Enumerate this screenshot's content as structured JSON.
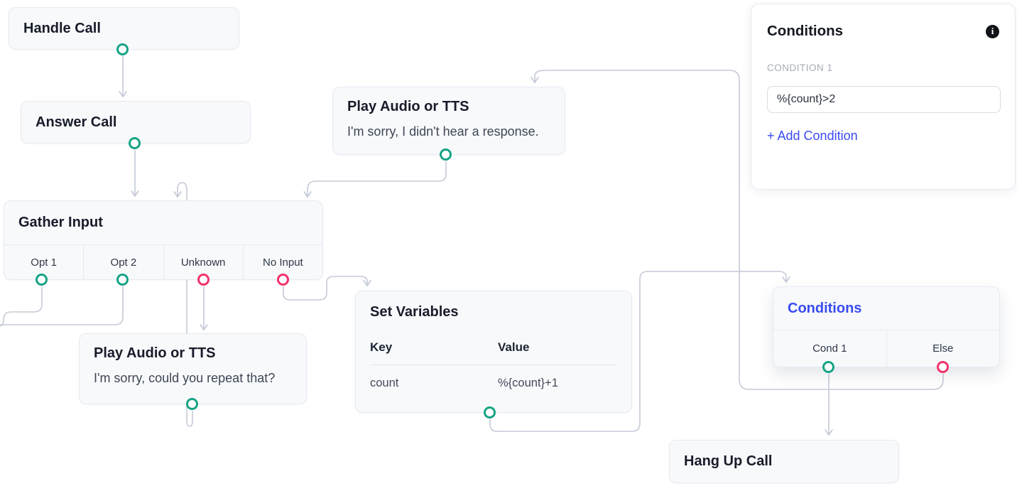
{
  "nodes": {
    "handle_call": {
      "title": "Handle Call"
    },
    "answer_call": {
      "title": "Answer Call"
    },
    "play_tts_no_response": {
      "title": "Play Audio or TTS",
      "body": "I'm sorry, I didn't hear a response."
    },
    "gather_input": {
      "title": "Gather Input",
      "options": [
        "Opt 1",
        "Opt 2",
        "Unknown",
        "No Input"
      ]
    },
    "play_tts_repeat": {
      "title": "Play Audio or TTS",
      "body": "I'm sorry, could you repeat that?"
    },
    "set_variables": {
      "title": "Set Variables",
      "table": {
        "headers": [
          "Key",
          "Value"
        ],
        "rows": [
          {
            "key": "count",
            "value": "%{count}+1"
          }
        ]
      }
    },
    "conditions": {
      "title": "Conditions",
      "options": [
        "Cond 1",
        "Else"
      ]
    },
    "hang_up": {
      "title": "Hang Up Call"
    }
  },
  "panel": {
    "title": "Conditions",
    "info_icon": "info-icon",
    "section_label": "CONDITION 1",
    "condition_value": "%{count}>2",
    "add_condition_label": "+ Add Condition"
  },
  "colors": {
    "port_success": "#16a385",
    "port_error": "#f1316b",
    "edge": "#c5cad7",
    "accent_blue": "#3a4bf2",
    "node_bg": "#f7f9fb",
    "node_border": "#e6eaf1"
  }
}
